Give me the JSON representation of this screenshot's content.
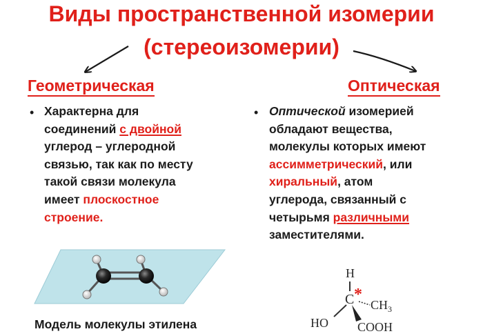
{
  "title": {
    "line1": "Виды пространственной изомерии",
    "line2": "(стереоизомерии)"
  },
  "left": {
    "heading": "Геометрическая",
    "text": {
      "l1": "Характерна для",
      "l2a": "соединений ",
      "l2b": "с двойной",
      "l3": "углерод – углеродной",
      "l4": "связью, так как  по месту",
      "l5": "такой связи молекула",
      "l6a": "имеет ",
      "l6b": "плоскостное",
      "l7": "строение."
    },
    "caption": "Модель молекулы этилена"
  },
  "right": {
    "heading": "Оптическая",
    "text": {
      "l1a": "Оптической",
      "l1b": " изомерией",
      "l2": "обладают вещества,",
      "l3": "молекулы которых имеют",
      "l4a": "ассимметрический",
      "l4b": ", или",
      "l5a": "хиральный",
      "l5b": ", атом",
      "l6": "углерода, связанный с",
      "l7a": "четырьмя ",
      "l7b": "различными",
      "l8": "заместителями."
    },
    "formula": {
      "h": "H",
      "c": "C",
      "star": "*",
      "ch3": "CH",
      "ch3_sub": "3",
      "ho": "HO",
      "cooh": "COOH"
    }
  },
  "bullet_symbol": "•",
  "colors": {
    "accent": "#e0201a",
    "text": "#1b1b1b",
    "plane": "#bfe3ea"
  }
}
